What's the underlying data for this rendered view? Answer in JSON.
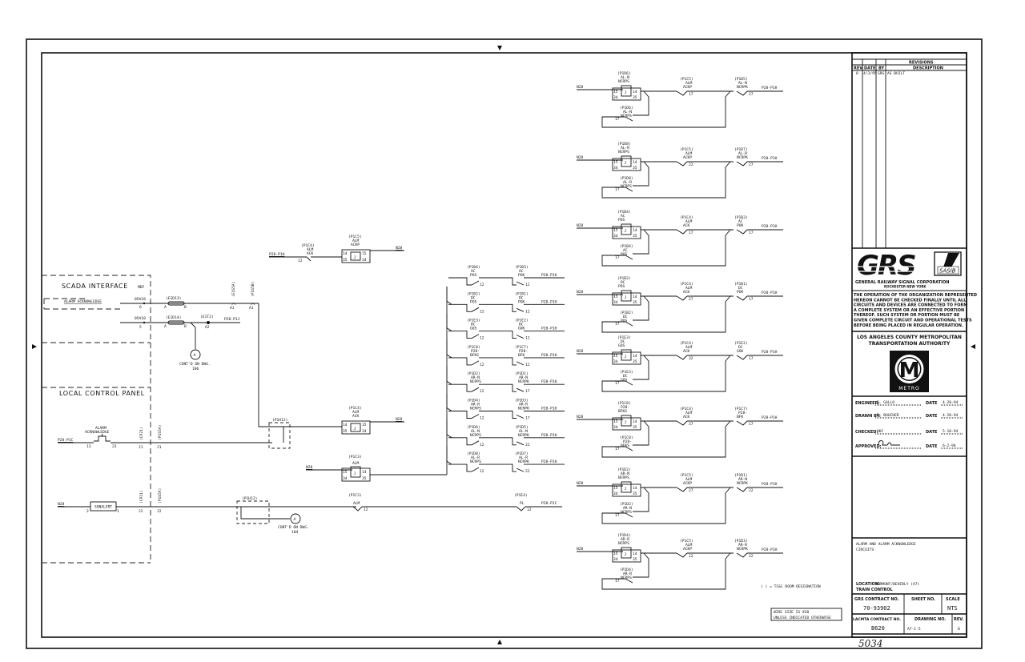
{
  "title_block": {
    "revisions_title": "REVISIONS",
    "rev_headers": [
      "REV.",
      "DATE",
      "BY",
      "DESCRIPTION"
    ],
    "rev_rows": [
      {
        "rev": "0",
        "date": "4/3/95",
        "by": "GRS",
        "description": "AS BUILT"
      }
    ],
    "company_logo": "GRS",
    "sasib_logo": "SASIB",
    "company_name": "GENERAL RAILWAY SIGNAL CORPORATION",
    "company_city": "ROCHESTER   NEW YORK",
    "notice": [
      "THE OPERATION OF THE ORGANIZATION REPRESENTED",
      "HEREON CANNOT BE CHECKED FINALLY UNTIL ALL",
      "CIRCUITS AND DEVICES ARE CONNECTED TO FORM",
      "A COMPLETE SYSTEM OR AN EFFECTIVE PORTION",
      "THEREOF. SUCH SYSTEM OR PORTION MUST BE",
      "GIVEN COMPLETE CIRCUIT AND OPERATIONAL TESTS",
      "BEFORE BEING PLACED IN REGULAR OPERATION."
    ],
    "authority_line1": "LOS ANGELES COUNTY METROPOLITAN",
    "authority_line2": "TRANSPORTATION AUTHORITY",
    "metro_letter": "M",
    "metro_text": "METRO",
    "signoffs": [
      {
        "label": "ENGINEER:",
        "name": "D. GALLO",
        "date_label": "DATE",
        "date": "4-20-94"
      },
      {
        "label": "DRAWN BY:",
        "name": "R. BOUCHER",
        "date_label": "DATE",
        "date": "4-20-94"
      },
      {
        "label": "CHECKED:",
        "name": "HKC",
        "date_label": "DATE",
        "date": "5-10-94"
      },
      {
        "label": "APPROVED:",
        "name": "",
        "date_label": "DATE",
        "date": "6-2-94"
      }
    ],
    "drawing_title_1": "ALARM AND ALARM ACKNOWLEDGE",
    "drawing_title_2": "CIRCUITS",
    "location_label": "LOCATION:",
    "location_value": "VERMONT/BEVERLY (A7)",
    "system": "TRAIN CONTROL",
    "grs_contract_label": "GRS CONTRACT NO.",
    "grs_contract": "70-93902",
    "sheet_label": "SHEET NO.",
    "sheet": "",
    "scale_label": "SCALE",
    "scale": "NTS",
    "lacmta_contract_label": "LACMTA CONTRACT NO.",
    "lacmta_contract": "B620",
    "drawing_no_label": "DRAWING NO.",
    "drawing_no": "A7-1-5",
    "rev_label": "REV.",
    "rev": "0",
    "handwritten": "5034"
  },
  "notes": {
    "room_designation": "( ) = TC&C ROOM DESIGNATION",
    "wire_size_1": "WIRE SIZE IS #20",
    "wire_size_2": "UNLESS INDICATED OTHERWISE"
  },
  "left": {
    "scada_title": "SCADA INTERFACE",
    "mdf": "MDF",
    "alarm_ack": "ALARM ACKNOWLEDGE",
    "term1_label": "05A10",
    "term1_num": "6",
    "term2_label": "05A10",
    "term2_num": "5",
    "fuse1": "(E1D13)",
    "fuse2": "(E1D14)",
    "fuse_a": "A",
    "fuse_b": "B",
    "e1t2": "(E1T2)",
    "a2": "A2",
    "p28_p1j": "P28-P1J",
    "conn1": "(E1S5A)",
    "conn2": "(P1S5B)",
    "a1": "A1",
    "contd1_1": "CONT'D ON DWG.",
    "contd1_2": "106",
    "circle_a": "A",
    "lcp_title": "LOCAL CONTROL PANEL",
    "alarm_ack_btn_1": "ALARM",
    "alarm_ack_btn_2": "ACKNOWLEDGE",
    "p28_p1c": "P28-P1C",
    "t13": "13",
    "t23": "23",
    "cp21": "(CP21)",
    "p1s5a": "(P1S5A)",
    "j1": "J1",
    "j2": "J2",
    "n28": "N28",
    "sonalert": "SONALERT",
    "s2": "2",
    "s1": "1",
    "p1h12": "(P1H12)",
    "contd2_1": "CONT'D ON DWG.",
    "contd2_2": "104"
  },
  "mid": {
    "p28_p1h": "P28-P1H",
    "n28": "N28",
    "top_contact": {
      "tag": "(P1C4)",
      "n1": "ALM",
      "n2": "ACK",
      "num": "12"
    },
    "top_relay": {
      "tag": "(P1C5)",
      "n1": "ALM",
      "n2": "ACKP"
    },
    "mid_relay": {
      "tag": "(P1C4)",
      "n1": "ALM",
      "n2": "ACK"
    },
    "alm_relay": {
      "tag": "(P1C3)",
      "n1": "ALM"
    },
    "alm_contact": {
      "tag": "(P1C3)",
      "n1": "ALM",
      "num": "12"
    },
    "pl_contact": {
      "tag": "(P1E4)",
      "n1": "PL",
      "num": "12",
      "out": "P28-P1C"
    },
    "ladder": [
      {
        "l_tag": "(P1B4)",
        "l1": "AC",
        "l2": "POS",
        "ln": "12",
        "r_tag": "(P1B3)",
        "r1": "AC",
        "r2": "POK",
        "rn": "12"
      },
      {
        "l_tag": "(P1B2)",
        "l1": "DC",
        "l2": "POS",
        "ln": "12",
        "r_tag": "(P1B1)",
        "r1": "DC",
        "r2": "POK",
        "rn": "12"
      },
      {
        "l_tag": "(P1E3)",
        "l1": "DC",
        "l2": "GOS",
        "ln": "12",
        "r_tag": "(P1E2)",
        "r1": "DC",
        "r2": "GOK",
        "rn": "12"
      },
      {
        "l_tag": "(P1C8)",
        "l1": "P28-",
        "l2": "BFKS",
        "ln": "12",
        "r_tag": "(P1C7)",
        "r1": "P28-",
        "r2": "BFK",
        "rn": "12"
      },
      {
        "l_tag": "(P1D2)",
        "l1": "AR-N",
        "l2": "NCRPS",
        "ln": "12",
        "r_tag": "(P1D1)",
        "r1": "AR-N",
        "r2": "NCRPK",
        "rn": "17"
      },
      {
        "l_tag": "(P1D4)",
        "l1": "AR-R",
        "l2": "NCRPS",
        "ln": "12",
        "r_tag": "(P1D3)",
        "r1": "AR-R",
        "r2": "NCRPK",
        "rn": "17"
      },
      {
        "l_tag": "(P1D6)",
        "l1": "AL-N",
        "l2": "NCRPS",
        "ln": "12",
        "r_tag": "(P1D5)",
        "r1": "AL-N",
        "r2": "NCRPK",
        "rn": "22"
      },
      {
        "l_tag": "(P1D8)",
        "l1": "AL-R",
        "l2": "NCRPS",
        "ln": "12",
        "r_tag": "(P1D7)",
        "r1": "AL-R",
        "r2": "NCRPK",
        "rn": "22"
      }
    ]
  },
  "right_circuits": [
    {
      "relay_tag": "(P1D6)",
      "r1": "AL-N",
      "r2": "NCRPS",
      "ack_tag": "(P1C5)",
      "a1": "ALM",
      "a2": "ACKP",
      "an": "17",
      "out_tag": "(P1D5)",
      "o1": "AL-N",
      "o2": "NCRPK",
      "on": "27",
      "stick_n": "17"
    },
    {
      "relay_tag": "(P1D8)",
      "r1": "AL-R",
      "r2": "NCRPS",
      "ack_tag": "(P1C5)",
      "a1": "ALM",
      "a2": "ACKP",
      "an": "22",
      "out_tag": "(P1D7)",
      "o1": "AL-R",
      "o2": "NCRPK",
      "on": "27",
      "stick_n": "17"
    },
    {
      "relay_tag": "(P1B4)",
      "r1": "AC",
      "r2": "POS",
      "ack_tag": "(P1C4)",
      "a1": "ALM",
      "a2": "ACK",
      "an": "17",
      "out_tag": "(P1B3)",
      "o1": "AC",
      "o2": "POK",
      "on": "17",
      "stick_n": "17"
    },
    {
      "relay_tag": "(P1B2)",
      "r1": "DC",
      "r2": "POS",
      "ack_tag": "(P1C4)",
      "a1": "ALM",
      "a2": "ACK",
      "an": "27",
      "out_tag": "(P1B1)",
      "o1": "DC",
      "o2": "POK",
      "on": "17",
      "stick_n": "17"
    },
    {
      "relay_tag": "(P1E3)",
      "r1": "DC",
      "r2": "GOS",
      "ack_tag": "(P1C4)",
      "a1": "ALM",
      "a2": "ACK",
      "an": "32",
      "out_tag": "(P1E2)",
      "o1": "DC",
      "o2": "GOK",
      "on": "17",
      "stick_n": "17"
    },
    {
      "relay_tag": "(P1C8)",
      "r1": "P28-",
      "r2": "BFKS",
      "ack_tag": "(P1C4)",
      "a1": "ALM",
      "a2": "ACK",
      "an": "37",
      "out_tag": "(P1C7)",
      "o1": "P28-",
      "o2": "BFK",
      "on": "17",
      "stick_n": "17"
    },
    {
      "relay_tag": "(P1D2)",
      "r1": "AR-N",
      "r2": "NCRPS",
      "ack_tag": "(P1C5)",
      "a1": "ALM",
      "a2": "ACKP",
      "an": "27",
      "out_tag": "(P1D1)",
      "o1": "AR-N",
      "o2": "NCRPK",
      "on": "22",
      "stick_n": "17"
    },
    {
      "relay_tag": "(P1D4)",
      "r1": "AR-R",
      "r2": "NCRPS",
      "ack_tag": "(P1C5)",
      "a1": "ALM",
      "a2": "ACKP",
      "an": "12",
      "out_tag": "(P1D3)",
      "o1": "AR-R",
      "o2": "NCRPK",
      "on": "22",
      "stick_n": "17"
    }
  ],
  "right_common": {
    "n28": "N28",
    "p28_p1h": "P28-P1H",
    "t15": "15",
    "t14": "14",
    "t34": "34",
    "t35": "35",
    "j": "J"
  }
}
